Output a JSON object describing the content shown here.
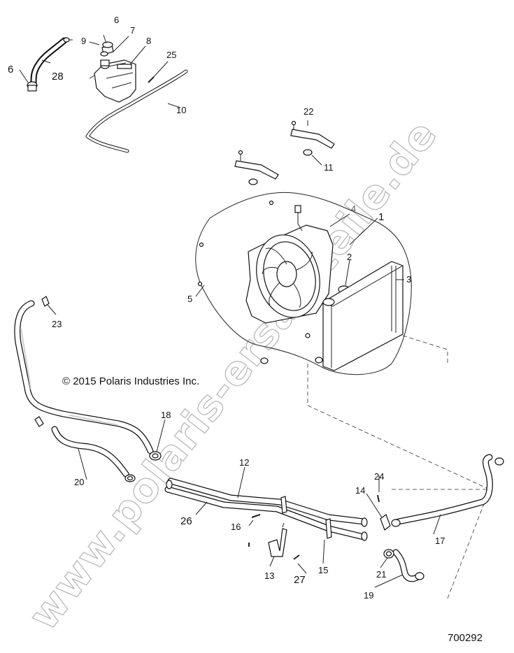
{
  "copyright": "© 2015 Polaris Industries Inc.",
  "drawing_number": "700292",
  "watermark": "www.polaris-ersatzteile.de",
  "callouts": {
    "c1": "1",
    "c2": "2",
    "c3": "3",
    "c4": "4",
    "c5": "5",
    "c6a": "6",
    "c6b": "6",
    "c7": "7",
    "c8": "8",
    "c9": "9",
    "c10": "10",
    "c11": "11",
    "c12": "12",
    "c13": "13",
    "c14": "14",
    "c15": "15",
    "c16": "16",
    "c17": "17",
    "c18": "18",
    "c19": "19",
    "c20": "20",
    "c21": "21",
    "c22": "22",
    "c23": "23",
    "c24": "24",
    "c25": "25",
    "c26": "26",
    "c27": "27",
    "c28": "28"
  }
}
